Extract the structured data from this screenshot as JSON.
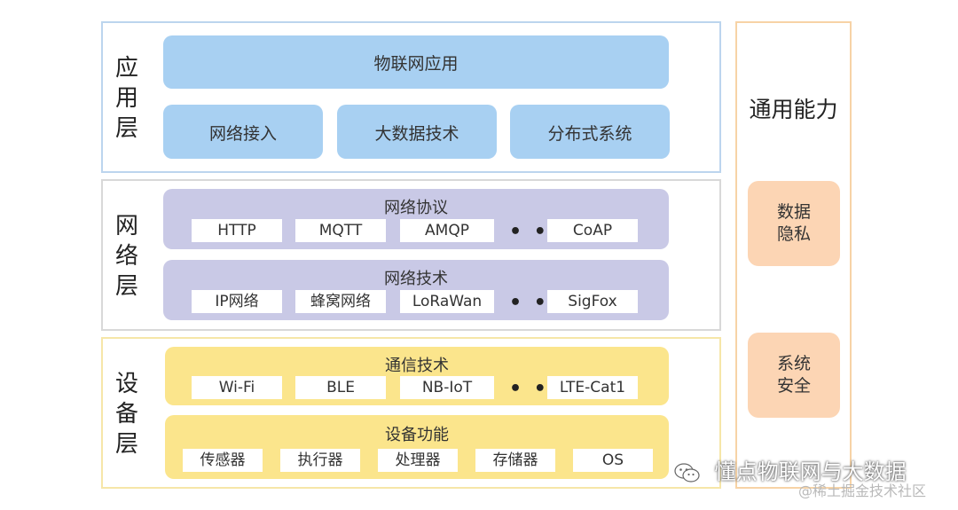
{
  "application_layer": {
    "label": [
      "应",
      "用",
      "层"
    ],
    "top_block": "物联网应用",
    "sub_blocks": [
      "网络接入",
      "大数据技术",
      "分布式系统"
    ]
  },
  "network_layer": {
    "label": [
      "网",
      "络",
      "层"
    ],
    "protocols": {
      "title": "网络协议",
      "items": [
        "HTTP",
        "MQTT",
        "AMQP",
        "CoAP"
      ]
    },
    "technologies": {
      "title": "网络技术",
      "items": [
        "IP网络",
        "蜂窝网络",
        "LoRaWan",
        "SigFox"
      ]
    },
    "ellipsis": "• • •"
  },
  "device_layer": {
    "label": [
      "设",
      "备",
      "层"
    ],
    "communication": {
      "title": "通信技术",
      "items": [
        "Wi-Fi",
        "BLE",
        "NB-IoT",
        "LTE-Cat1"
      ]
    },
    "functions": {
      "title": "设备功能",
      "items": [
        "传感器",
        "执行器",
        "处理器",
        "存储器",
        "OS"
      ]
    }
  },
  "common_capabilities": {
    "title": "通用能力",
    "items": [
      [
        "数据",
        "隐私"
      ],
      [
        "系统",
        "安全"
      ]
    ]
  },
  "watermark": {
    "main": "懂点物联网与大数据",
    "sub": "@稀土掘金技术社区"
  },
  "colors": {
    "app_border": "#bcd5ee",
    "app_block": "#a8d0f2",
    "net_border": "#d8d8d8",
    "net_block": "#c9c9e6",
    "dev_border": "#f6e6a8",
    "dev_block": "#fbe58c",
    "capability_border": "#f7d3a6",
    "capability_block": "#fcd5b4"
  }
}
